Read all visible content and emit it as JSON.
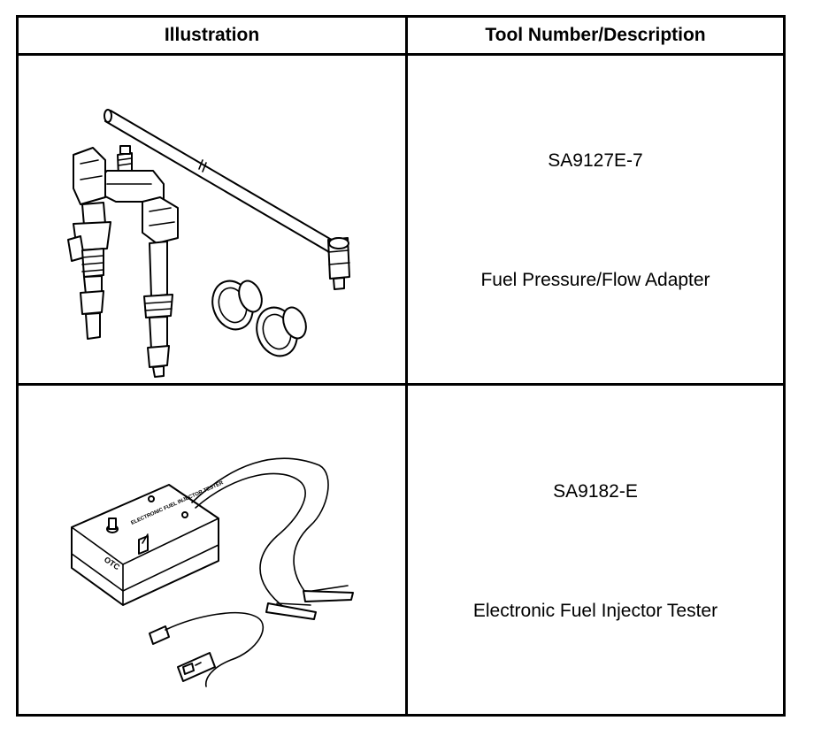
{
  "table": {
    "header": {
      "illustration": "Illustration",
      "tool": "Tool Number/Description"
    },
    "rows": [
      {
        "tool_number": "SA9127E-7",
        "description": "Fuel Pressure/Flow Adapter",
        "illustration_icon": "fuel-pressure-flow-adapter-icon"
      },
      {
        "tool_number": "SA9182-E",
        "description": "Electronic Fuel Injector Tester",
        "illustration_icon": "fuel-injector-tester-icon",
        "device_labels": {
          "brand": "OTC",
          "panel_title": "ELECTRONIC FUEL INJECTOR TESTER"
        }
      }
    ]
  }
}
